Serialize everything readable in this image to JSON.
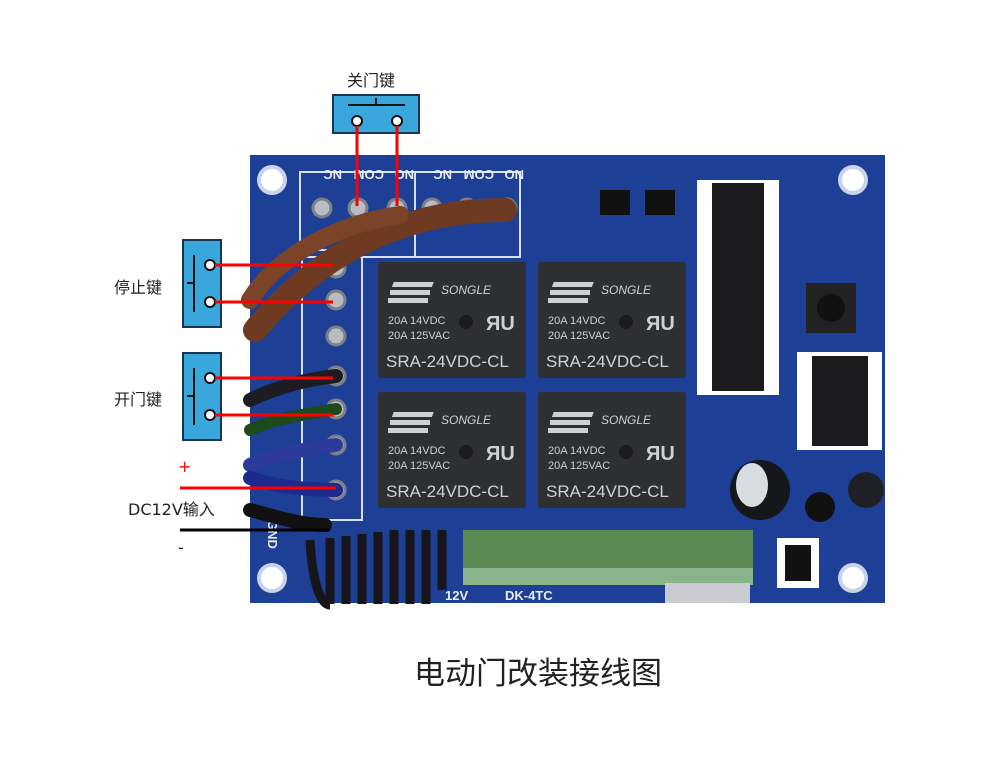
{
  "labels": {
    "close_button": "关门键",
    "stop_button": "停止键",
    "open_button": "开门键",
    "plus": "+",
    "power_input": "DC12V输入",
    "minus": "-"
  },
  "caption": "电动门改装接线图",
  "board": {
    "terminal_labels_top": [
      "NC",
      "COM",
      "NO",
      "NC",
      "COM",
      "NO"
    ],
    "model": "DK-4TC",
    "voltage_mark": "12V",
    "gnd_mark": "GND"
  },
  "relays": [
    {
      "brand": "SONGLE",
      "rating1": "20A 14VDC",
      "rating2": "20A 125VAC",
      "model": "SRA-24VDC-CL"
    },
    {
      "brand": "SONGLE",
      "rating1": "20A 14VDC",
      "rating2": "20A 125VAC",
      "model": "SRA-24VDC-CL"
    },
    {
      "brand": "SONGLE",
      "rating1": "20A 14VDC",
      "rating2": "20A 125VAC",
      "model": "SRA-24VDC-CL"
    },
    {
      "brand": "SONGLE",
      "rating1": "20A 14VDC",
      "rating2": "20A 125VAC",
      "model": "SRA-24VDC-CL"
    }
  ],
  "colors": {
    "board": "#1d3f96",
    "button_box": "#3aa7dc",
    "wire": "#ff0000",
    "relay": "#2e2f33"
  }
}
